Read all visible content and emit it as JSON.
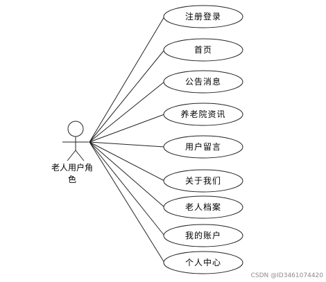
{
  "actor": {
    "label": "老人用户角色"
  },
  "use_cases": [
    {
      "label": "注册登录"
    },
    {
      "label": "首页"
    },
    {
      "label": "公告消息"
    },
    {
      "label": "养老院资讯"
    },
    {
      "label": "用户留言"
    },
    {
      "label": "关于我们"
    },
    {
      "label": "老人档案"
    },
    {
      "label": "我的账户"
    },
    {
      "label": "个人中心"
    }
  ],
  "watermark": "CSDN @ID3461074420"
}
